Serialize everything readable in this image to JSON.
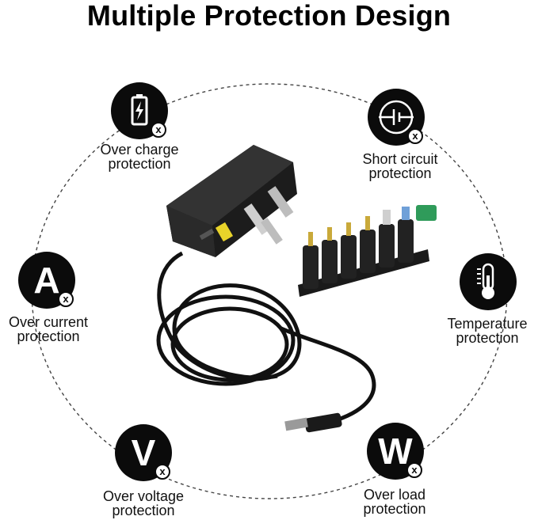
{
  "title": "Multiple Protection Design",
  "colors": {
    "badge": "#0b0b0b",
    "ring": "#444444",
    "text": "#111111"
  },
  "features": [
    {
      "id": "charge",
      "icon": "battery-charge-icon",
      "glyph": "",
      "line1": "Over charge",
      "line2": "protection",
      "mark": "x"
    },
    {
      "id": "short",
      "icon": "short-circuit-icon",
      "glyph": "",
      "line1": "Short circuit",
      "line2": "protection",
      "mark": "x"
    },
    {
      "id": "current",
      "icon": "letter-a-icon",
      "glyph": "A",
      "line1": "Over current",
      "line2": "protection",
      "mark": "x"
    },
    {
      "id": "temperature",
      "icon": "thermometer-icon",
      "glyph": "",
      "line1": "Temperature",
      "line2": "protection",
      "mark": ""
    },
    {
      "id": "voltage",
      "icon": "letter-v-icon",
      "glyph": "V",
      "line1": "Over voltage",
      "line2": "protection",
      "mark": "x"
    },
    {
      "id": "load",
      "icon": "letter-w-icon",
      "glyph": "W",
      "line1": "Over load",
      "line2": "protection",
      "mark": "x"
    }
  ],
  "product": {
    "name_icon": "power-adapter-with-tips-icon"
  }
}
